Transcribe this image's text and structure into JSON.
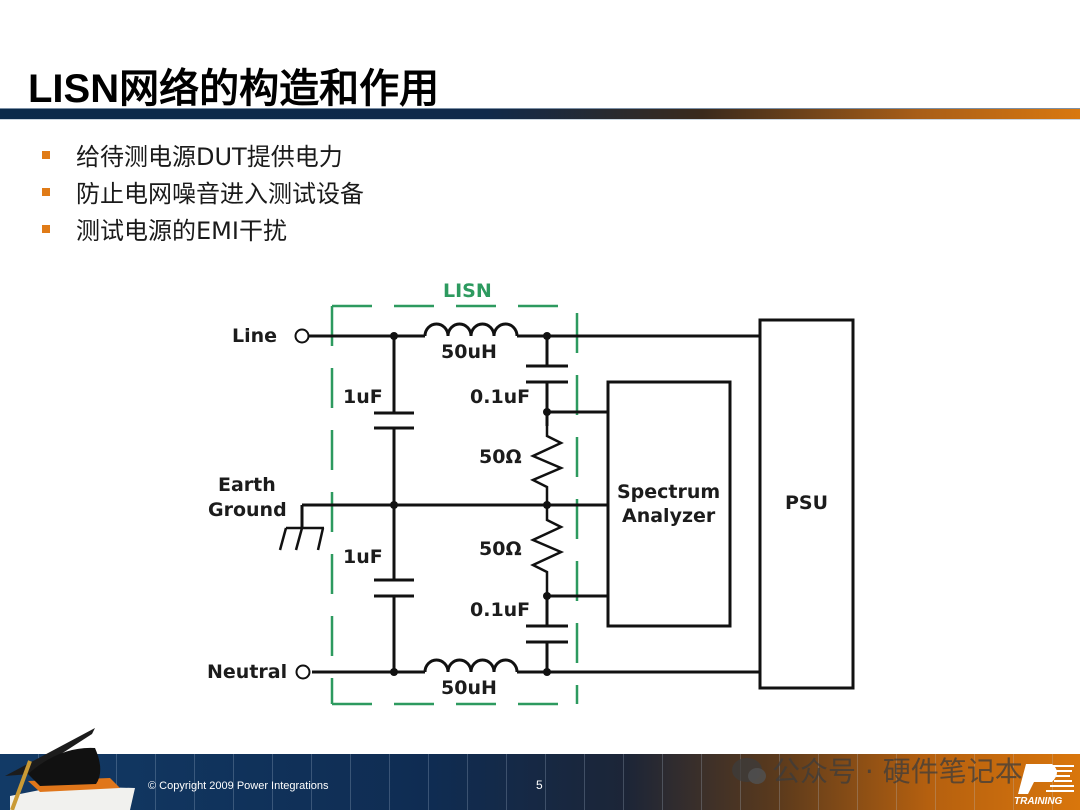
{
  "slide": {
    "title": "LISN网络的构造和作用",
    "bullets": [
      "给待测电源DUT提供电力",
      "防止电网噪音进入测试设备",
      "测试电源的EMI干扰"
    ],
    "accent_color": "#e07b17"
  },
  "diagram": {
    "box_label": "LISN",
    "box_color": "#2d9a5f",
    "terminals": {
      "line": "Line",
      "earth_line1": "Earth",
      "earth_line2": "Ground",
      "neutral": "Neutral"
    },
    "components": {
      "inductor_top": "50uH",
      "inductor_bottom": "50uH",
      "cap_left_top": "1uF",
      "cap_left_bottom": "1uF",
      "cap_right_top": "0.1uF",
      "cap_right_bottom": "0.1uF",
      "resistor_top": "50Ω",
      "resistor_bottom": "50Ω"
    },
    "blocks": {
      "analyzer_line1": "Spectrum",
      "analyzer_line2": "Analyzer",
      "psu": "PSU"
    }
  },
  "footer": {
    "copyright": "© Copyright 2009 Power Integrations",
    "page_number": "5",
    "watermark": "公众号 · 硬件笔记本",
    "logo_text": "TRAINING"
  }
}
